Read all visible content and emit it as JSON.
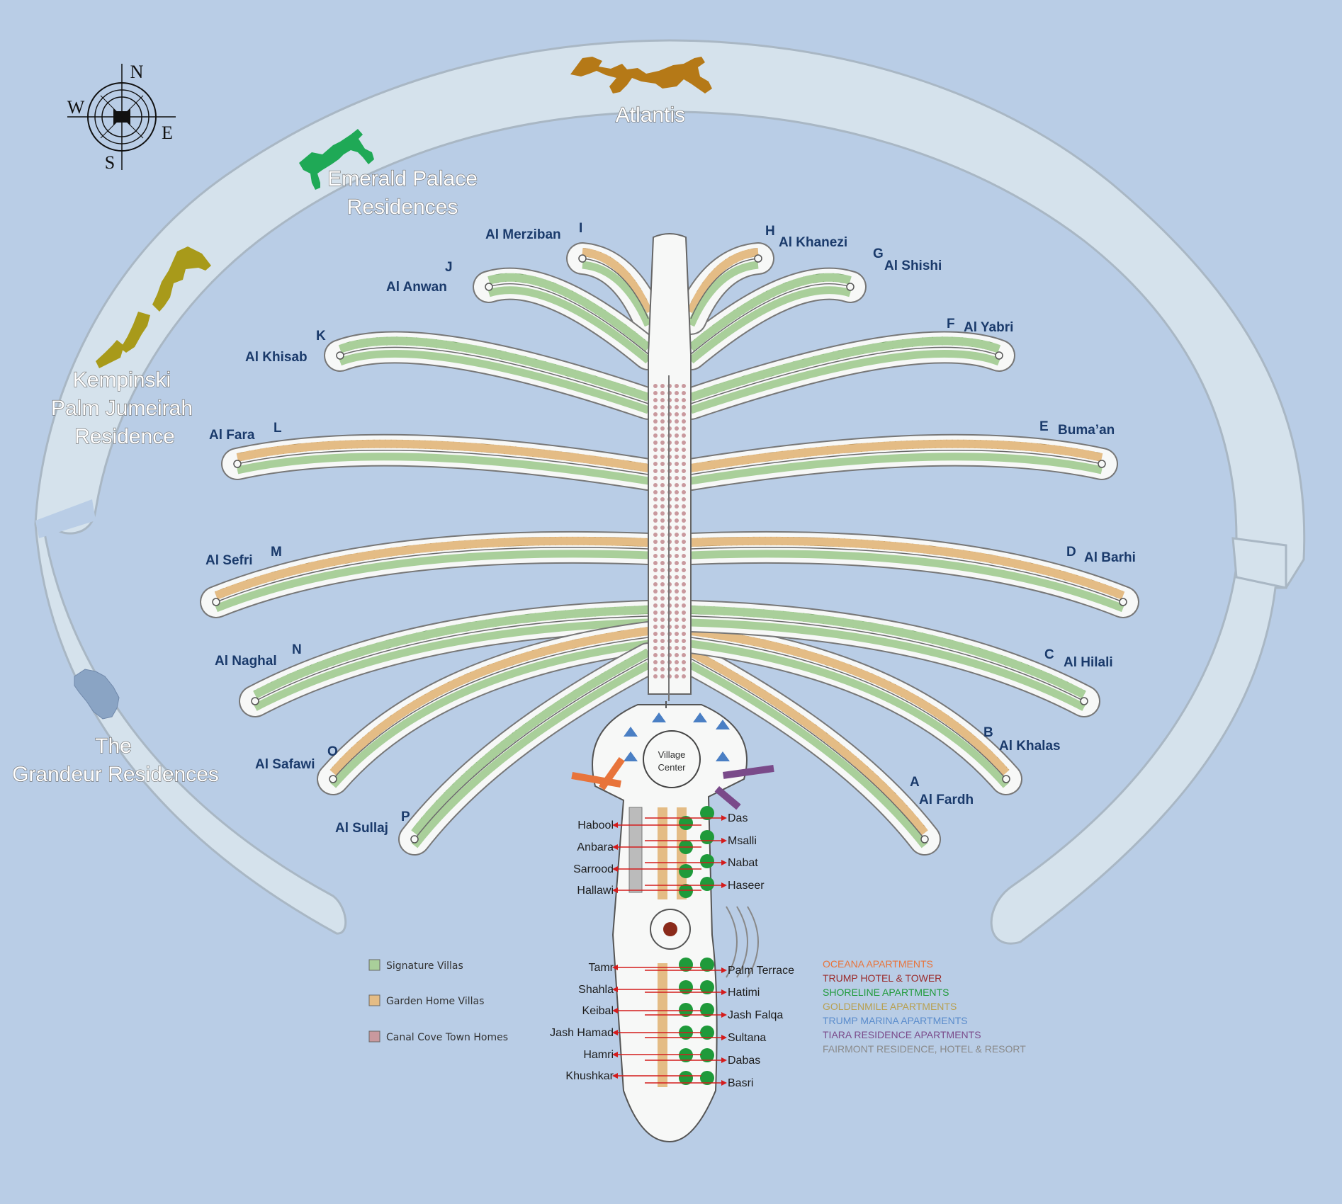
{
  "compass": {
    "n": "N",
    "s": "S",
    "e": "E",
    "w": "W"
  },
  "crescent": {
    "atlantis": "Atlantis",
    "emerald_l1": "Emerald Palace",
    "emerald_l2": "Residences",
    "kempinski_l1": "Kempinski",
    "kempinski_l2": "Palm Jumeirah",
    "kempinski_l3": "Residence",
    "grandeur_l1": "The",
    "grandeur_l2": "Grandeur Residences"
  },
  "fronds": [
    {
      "letter": "A",
      "name": "Al Fardh"
    },
    {
      "letter": "B",
      "name": "Al Khalas"
    },
    {
      "letter": "C",
      "name": "Al Hilali"
    },
    {
      "letter": "D",
      "name": "Al Barhi"
    },
    {
      "letter": "E",
      "name": "Buma’an"
    },
    {
      "letter": "F",
      "name": "Al Yabri"
    },
    {
      "letter": "G",
      "name": "Al Shishi"
    },
    {
      "letter": "H",
      "name": "Al Khanezi"
    },
    {
      "letter": "I",
      "name": "Al Merziban"
    },
    {
      "letter": "J",
      "name": "Al Anwan"
    },
    {
      "letter": "K",
      "name": "Al Khisab"
    },
    {
      "letter": "L",
      "name": "Al Fara"
    },
    {
      "letter": "M",
      "name": "Al Sefri"
    },
    {
      "letter": "N",
      "name": "Al Naghal"
    },
    {
      "letter": "O",
      "name": "Al Safawi"
    },
    {
      "letter": "P",
      "name": "Al Sullaj"
    }
  ],
  "village_center": {
    "line1": "Village",
    "line2": "Center"
  },
  "trunk_upper_left": [
    "Habool",
    "Anbara",
    "Sarrood",
    "Hallawi"
  ],
  "trunk_upper_right": [
    "Das",
    "Msalli",
    "Nabat",
    "Haseer"
  ],
  "trunk_lower_left": [
    "Tamr",
    "Shahla",
    "Keibal",
    "Jash Hamad",
    "Hamri",
    "Khushkar"
  ],
  "trunk_lower_right": [
    "Palm Terrace",
    "Hatimi",
    "Jash Falqa",
    "Sultana",
    "Dabas",
    "Basri"
  ],
  "legend": [
    {
      "label": "Signature Villas",
      "color": "#a9cf9a"
    },
    {
      "label": "Garden Home Villas",
      "color": "#e4bc85"
    },
    {
      "label": "Canal Cove Town Homes",
      "color": "#c9999e"
    }
  ],
  "developments": [
    {
      "label": "OCEANA APARTMENTS",
      "color": "#e8743b"
    },
    {
      "label": "TRUMP HOTEL & TOWER",
      "color": "#9a2a2a"
    },
    {
      "label": "SHORELINE APARTMENTS",
      "color": "#1f9a3a"
    },
    {
      "label": "GOLDENMILE APARTMENTS",
      "color": "#b8a050"
    },
    {
      "label": "TRUMP MARINA APARTMENTS",
      "color": "#5a8ccc"
    },
    {
      "label": "TIARA RESIDENCE APARTMENTS",
      "color": "#7a4a8a"
    },
    {
      "label": "FAIRMONT RESIDENCE, HOTEL & RESORT",
      "color": "#8a8a8a"
    }
  ],
  "colors": {
    "water": "#b9cde6",
    "crescent": "#d5e2ec",
    "land": "#f7f8f7",
    "atlantis": "#b57917",
    "emerald": "#1fa956",
    "kempinski": "#a89a1a",
    "grandeur": "#8aa4c4"
  }
}
